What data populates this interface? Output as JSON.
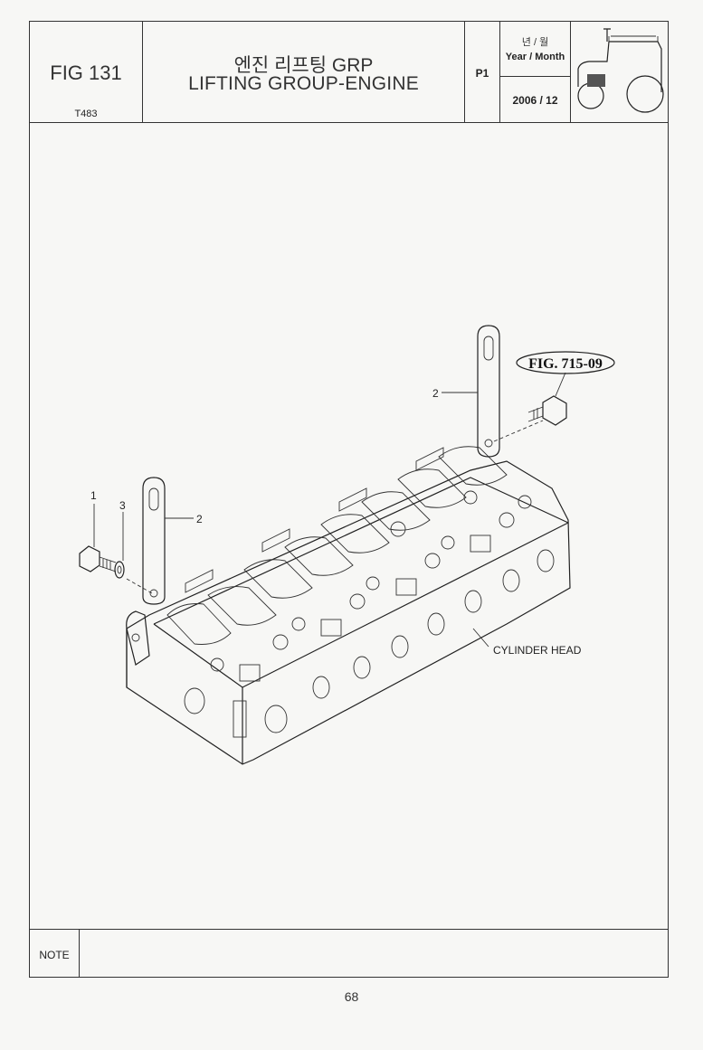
{
  "header": {
    "fig_label": "FIG 131",
    "model_code": "T483",
    "title_ko": "엔진 리프팅 GRP",
    "title_en": "LIFTING GROUP-ENGINE",
    "page_code": "P1",
    "date_label_ko": "년 / 월",
    "date_label_en": "Year / Month",
    "date_value": "2006 / 12",
    "icon": "tractor-icon"
  },
  "drawing": {
    "callouts": [
      "1",
      "3",
      "2",
      "2"
    ],
    "fig_reference": "FIG. 715-09",
    "component_label": "CYLINDER HEAD"
  },
  "note": {
    "label": "NOTE",
    "text": ""
  },
  "page_number": "68"
}
